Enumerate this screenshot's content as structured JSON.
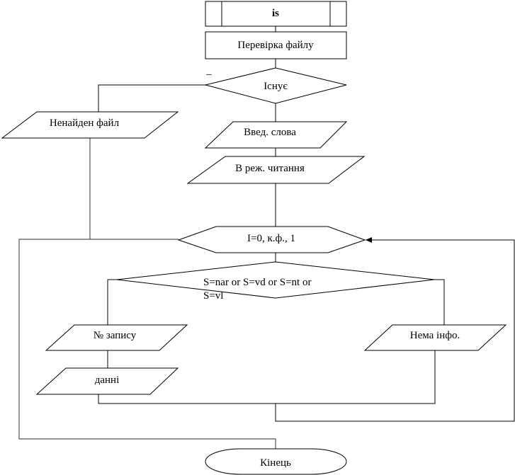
{
  "diagram": {
    "type": "flowchart",
    "nodes": {
      "start": {
        "kind": "predefined-process",
        "label": "is"
      },
      "check_file": {
        "kind": "process",
        "label": "Перевірка файлу"
      },
      "exists": {
        "kind": "decision",
        "label": "Існує",
        "no_branch_mark": "_"
      },
      "not_found": {
        "kind": "io",
        "label": "Ненайден файл"
      },
      "enter_word": {
        "kind": "io",
        "label": "Введ. слова"
      },
      "read_mode": {
        "kind": "io",
        "label": "В реж. читання"
      },
      "loop": {
        "kind": "loop-preparation",
        "label": "I=0, к.ф., 1"
      },
      "condition": {
        "kind": "decision",
        "label_line1": "S=nar or S=vd or S=nt or",
        "label_line2": "S=vl"
      },
      "record_no": {
        "kind": "io",
        "label": "№ запису"
      },
      "data": {
        "kind": "io",
        "label": "данні"
      },
      "no_info": {
        "kind": "io",
        "label": "Нема інфо."
      },
      "end": {
        "kind": "terminator",
        "label": "Кінець"
      }
    },
    "edges": [
      {
        "from": "start",
        "to": "check_file"
      },
      {
        "from": "check_file",
        "to": "exists"
      },
      {
        "from": "exists",
        "to": "not_found",
        "branch": "no"
      },
      {
        "from": "exists",
        "to": "enter_word",
        "branch": "yes"
      },
      {
        "from": "enter_word",
        "to": "read_mode"
      },
      {
        "from": "read_mode",
        "to": "loop"
      },
      {
        "from": "not_found",
        "to": "end"
      },
      {
        "from": "loop",
        "to": "condition"
      },
      {
        "from": "condition",
        "to": "record_no",
        "branch": "yes"
      },
      {
        "from": "record_no",
        "to": "data"
      },
      {
        "from": "condition",
        "to": "no_info",
        "branch": "no"
      },
      {
        "from": "data",
        "to": "loop"
      },
      {
        "from": "no_info",
        "to": "loop"
      },
      {
        "from": "loop",
        "to": "end",
        "branch": "exit"
      }
    ]
  }
}
